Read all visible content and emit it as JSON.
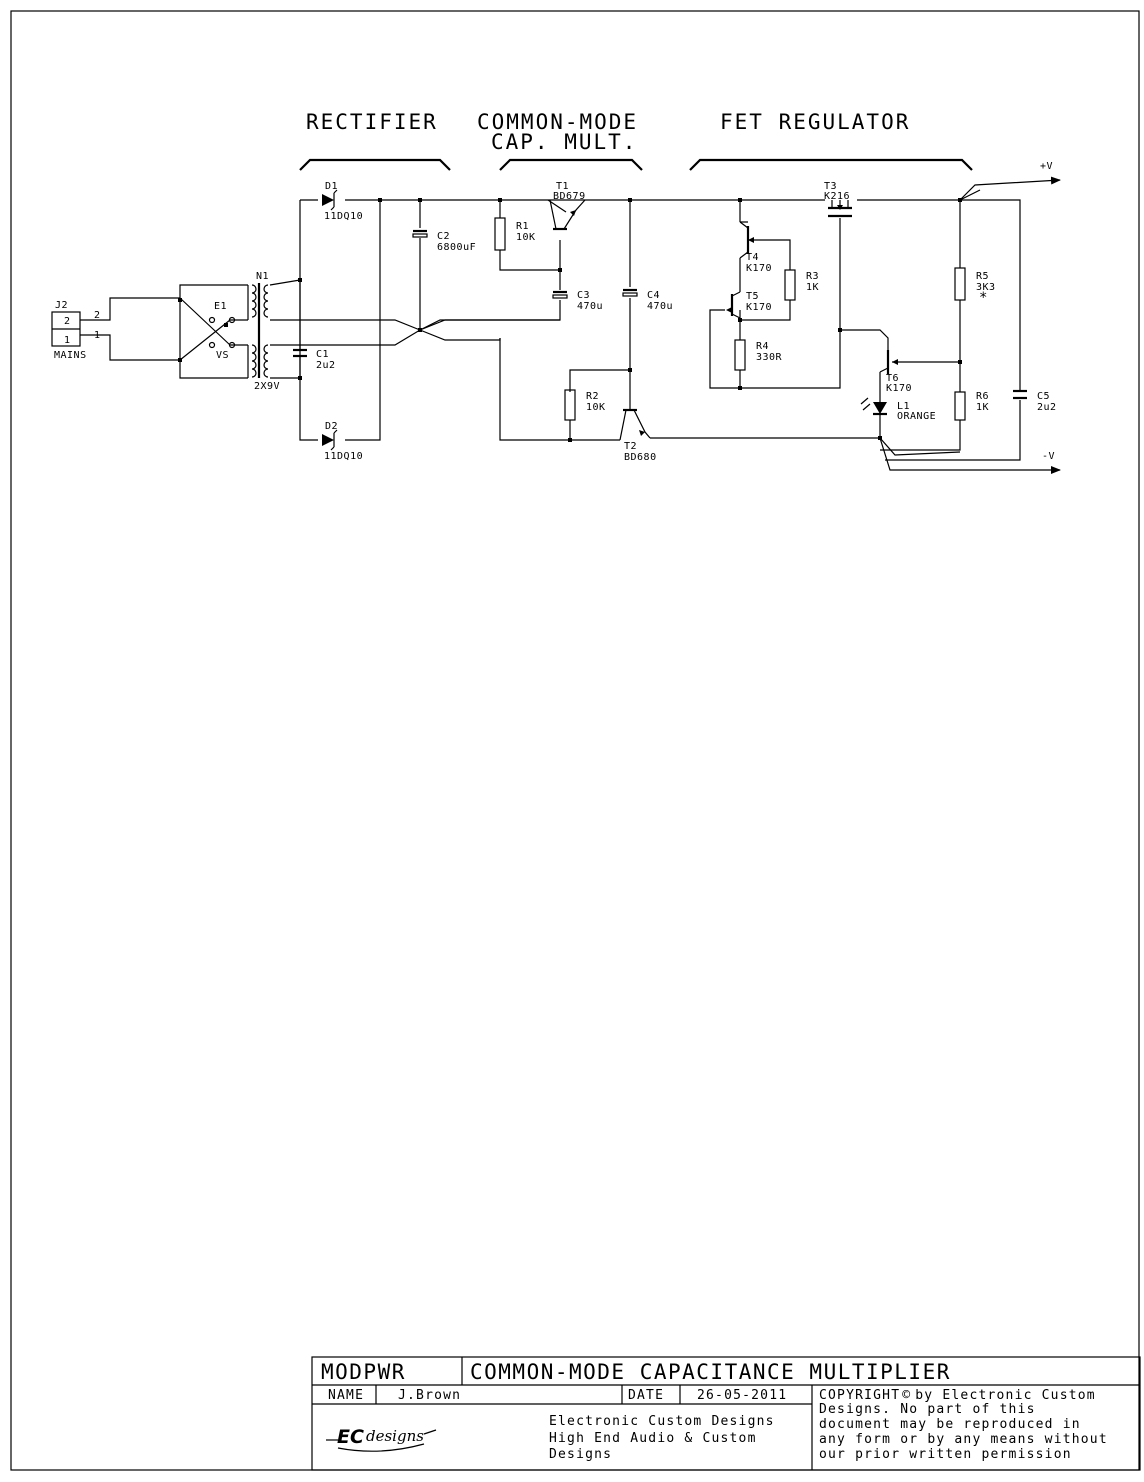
{
  "sections": {
    "rectifier": "RECTIFIER",
    "cm_line1": "COMMON-MODE",
    "cm_line2": "CAP. MULT.",
    "fet": "FET REGULATOR"
  },
  "rails": {
    "pos": "+V",
    "neg": "-V"
  },
  "components": {
    "j2": {
      "ref": "J2",
      "label": "MAINS",
      "pin2": "2",
      "pin1": "1"
    },
    "n1": {
      "ref": "N1",
      "value": "2X9V"
    },
    "e1": "E1",
    "vs": "VS",
    "d1": {
      "ref": "D1",
      "value": "11DQ10"
    },
    "d2": {
      "ref": "D2",
      "value": "11DQ10"
    },
    "c1": {
      "ref": "C1",
      "value": "2u2"
    },
    "c2": {
      "ref": "C2",
      "value": "6800uF"
    },
    "c3": {
      "ref": "C3",
      "value": "470u"
    },
    "c4": {
      "ref": "C4",
      "value": "470u"
    },
    "c5": {
      "ref": "C5",
      "value": "2u2"
    },
    "r1": {
      "ref": "R1",
      "value": "10K"
    },
    "r2": {
      "ref": "R2",
      "value": "10K"
    },
    "r3": {
      "ref": "R3",
      "value": "1K"
    },
    "r4": {
      "ref": "R4",
      "value": "330R"
    },
    "r5": {
      "ref": "R5",
      "value": "3K3",
      "mark": "*"
    },
    "r6": {
      "ref": "R6",
      "value": "1K"
    },
    "t1": {
      "ref": "T1",
      "value": "BD679"
    },
    "t2": {
      "ref": "T2",
      "value": "BD680"
    },
    "t3": {
      "ref": "T3",
      "value": "K216"
    },
    "t4": {
      "ref": "T4",
      "value": "K170"
    },
    "t5": {
      "ref": "T5",
      "value": "K170"
    },
    "t6": {
      "ref": "T6",
      "value": "K170"
    },
    "l1": {
      "ref": "L1",
      "value": "ORANGE"
    }
  },
  "title_block": {
    "project": "MODPWR",
    "title": "COMMON-MODE CAPACITANCE MULTIPLIER",
    "name_label": "NAME",
    "name_value": "J.Brown",
    "date_label": "DATE",
    "date_value": "26-05-2011",
    "logo_ec": "EC",
    "logo_designs": "designs",
    "company": [
      "Electronic Custom Designs",
      "High End Audio  &  Custom",
      "Designs"
    ],
    "copyright": [
      "COPYRIGHT",
      "by Electronic Custom",
      "Designs. No part of this",
      "document may be reproduced in",
      "any form or by any means without",
      "our prior written permission"
    ],
    "copyright_symbol": "©"
  }
}
